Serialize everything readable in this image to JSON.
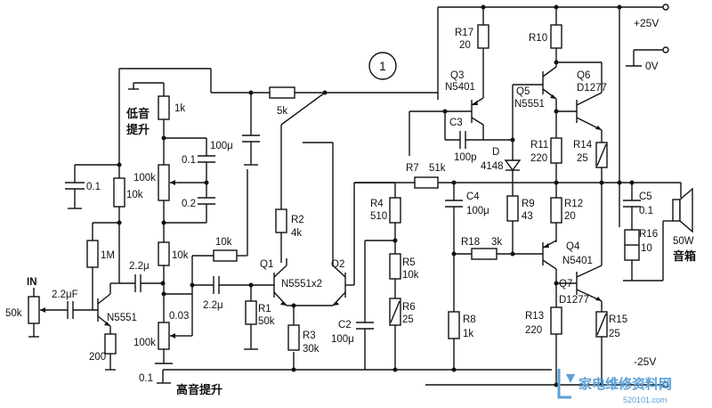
{
  "title_marker": "1",
  "rails": {
    "vpos": "+25V",
    "zero": "0V",
    "vneg": "-25V"
  },
  "input": {
    "label": "IN",
    "pot": "50k",
    "cap": "2.2μF"
  },
  "tone": {
    "bass": "低音\n提升",
    "bass_line1": "低音",
    "bass_line2": "提升",
    "treble": "高音提升"
  },
  "components": {
    "r_1k": "1k",
    "c_01a": "0.1",
    "r_10k_a": "10k",
    "r_1m": "1M",
    "q_n5551_in": "N5551",
    "r_200": "200",
    "c_2_2a": "2.2μ",
    "c_003": "0.03",
    "pot_100k_a": "100k",
    "c_01b": "0.1",
    "c_02": "0.2",
    "r_10k_b": "10k",
    "pot_100k_b": "100k",
    "c_01c": "0.1",
    "r_10k_c": "10k",
    "c_100u_a": "100μ",
    "r_5k": "5k",
    "c_2_2b": "2.2μ",
    "r1": "R1",
    "r1_val": "50k",
    "r2": "R2",
    "r2_val": "4k",
    "q1": "Q1",
    "q2": "Q2",
    "pair": "N5551x2",
    "r3": "R3",
    "r3_val": "30k",
    "r17": "R17",
    "r17_val": "20",
    "q3": "Q3",
    "q3_type": "N5401",
    "c3": "C3",
    "c3_val": "100p",
    "d": "D",
    "d_type": "4148",
    "r7": "R7",
    "r7_val": "51k",
    "r4": "R4",
    "r4_val": "510",
    "c4": "C4",
    "c4_val": "100μ",
    "r5": "R5",
    "r5_val": "10k",
    "c2": "C2",
    "c2_val": "100μ",
    "r6": "R6",
    "r6_val": "25",
    "r8": "R8",
    "r8_val": "1k",
    "r10": "R10",
    "q5": "Q5",
    "q5_type": "N5551",
    "q6": "Q6",
    "q6_type": "D1277",
    "r11": "R11",
    "r11_val": "220",
    "r14": "R14",
    "r14_val": "25",
    "r9": "R9",
    "r9_val": "43",
    "r12": "R12",
    "r12_val": "20",
    "r18": "R18",
    "r18_val": "3k",
    "q4": "Q4",
    "q4_type": "N5401",
    "r13": "R13",
    "r13_val": "220",
    "q7": "Q7",
    "q7_type": "D1277",
    "r15": "R15",
    "r15_val": "25",
    "c5": "C5",
    "c5_val": "0.1",
    "r16": "R16",
    "r16_val": "10",
    "spk": "50W",
    "spk2": "音箱"
  },
  "watermark": {
    "cn": "家电维修资料网",
    "url": "520101.com"
  }
}
